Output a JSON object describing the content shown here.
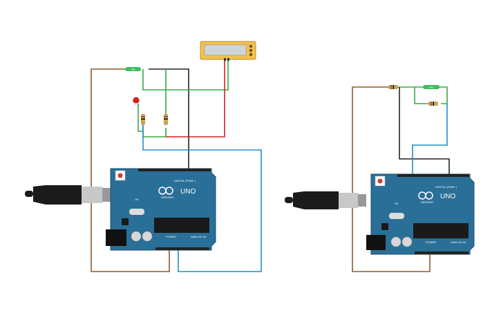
{
  "circuits": [
    {
      "id": "left",
      "board": {
        "brand": "ARDUINO",
        "model": "UNO",
        "digital_label": "DIGITAL (PWM~)",
        "power_label": "POWER",
        "analog_label": "ANALOG IN",
        "on_label": "ON"
      },
      "sensor": {
        "label": "PIR"
      },
      "resistors": [
        {
          "color": "#c9a36a"
        },
        {
          "color": "#c9a36a"
        }
      ],
      "led": {
        "color": "#d61f1f"
      },
      "display": {
        "frame_color": "#f2c14e",
        "screen_color": "#cfd6d8"
      }
    },
    {
      "id": "right",
      "board": {
        "brand": "ARDUINO",
        "model": "UNO",
        "digital_label": "DIGITAL (PWM~)",
        "power_label": "POWER",
        "analog_label": "ANALOG IN",
        "on_label": "ON"
      },
      "sensor": {
        "label": "PIR"
      },
      "resistors": [
        {
          "color": "#c9a36a"
        },
        {
          "color": "#c9a36a"
        }
      ]
    }
  ],
  "colors": {
    "board": "#2a6f97",
    "board_dark": "#1e4f6b",
    "wire_brown": "#8a5a2b",
    "wire_black": "#222222",
    "wire_red": "#d01f1f",
    "wire_green": "#3aa745",
    "wire_blue": "#1f8fcf",
    "usb_black": "#1b1b1b",
    "usb_silver": "#c8c8c8",
    "sensor_green": "#38c060"
  }
}
